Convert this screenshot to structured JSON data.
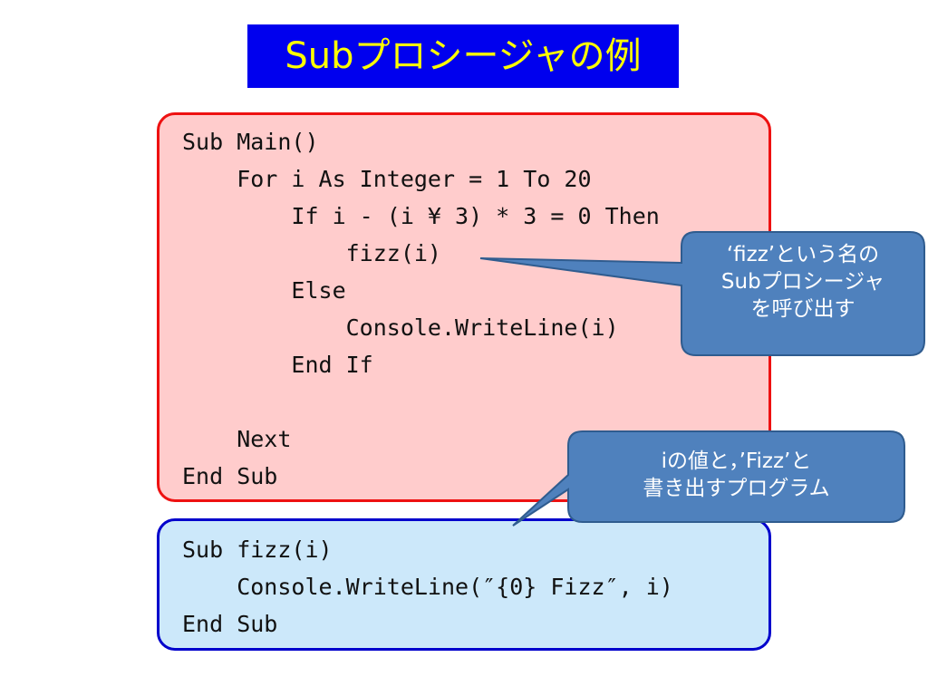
{
  "title": "Subプロシージャの例",
  "main_code": [
    "Sub Main()",
    "    For i As Integer = 1 To 20",
    "        If i - (i ¥ 3) * 3 = 0 Then",
    "            fizz(i)",
    "        Else",
    "            Console.WriteLine(i)",
    "        End If",
    "",
    "    Next",
    "End Sub"
  ],
  "fizz_code": [
    "Sub fizz(i)",
    "    Console.WriteLine(″{0} Fizz″, i)",
    "End Sub"
  ],
  "callout_call": {
    "line1": "‘fizz’という名の",
    "line2": "Subプロシージャ",
    "line3": "を呼び出す"
  },
  "callout_program": {
    "line1": "iの値と，’Fizz’と",
    "line2": "書き出すプログラム"
  },
  "colors": {
    "title_bg": "#0000ee",
    "title_text": "#ffff00",
    "main_box_bg": "#ffcccc",
    "main_box_border": "#ee1111",
    "fizz_box_bg": "#cce8fa",
    "fizz_box_border": "#0000cc",
    "callout_fill": "#4f81bd",
    "callout_border": "#2f5c8f"
  }
}
